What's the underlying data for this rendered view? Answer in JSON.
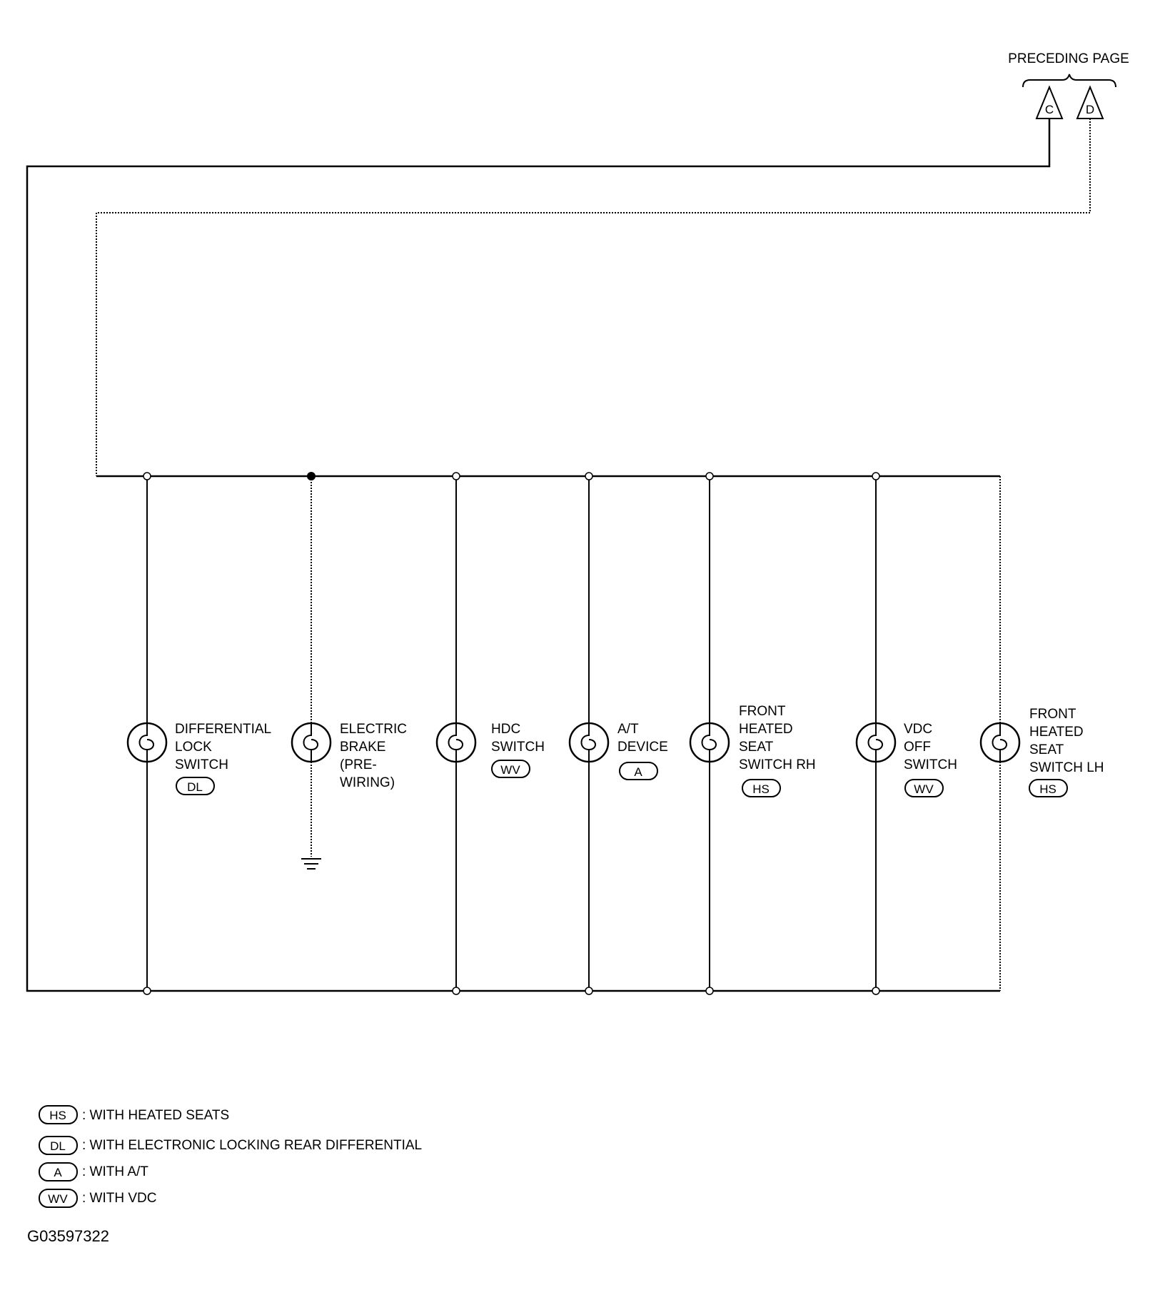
{
  "header": {
    "preceding_page": "PRECEDING PAGE",
    "connectors": [
      "C",
      "D"
    ]
  },
  "components": [
    {
      "lines": [
        "DIFFERENTIAL",
        "LOCK",
        "SWITCH"
      ],
      "tag": "DL"
    },
    {
      "lines": [
        "ELECTRIC",
        "BRAKE",
        "(PRE-",
        "WIRING)"
      ],
      "tag": ""
    },
    {
      "lines": [
        "HDC",
        "SWITCH"
      ],
      "tag": "WV"
    },
    {
      "lines": [
        "A/T",
        "DEVICE"
      ],
      "tag": "A"
    },
    {
      "lines": [
        "FRONT",
        "HEATED",
        "SEAT",
        "SWITCH RH"
      ],
      "tag": "HS"
    },
    {
      "lines": [
        "VDC",
        "OFF",
        "SWITCH"
      ],
      "tag": "WV"
    },
    {
      "lines": [
        "FRONT",
        "HEATED",
        "SEAT",
        "SWITCH LH"
      ],
      "tag": "HS"
    }
  ],
  "legend": [
    {
      "tag": "HS",
      "text": ": WITH HEATED SEATS"
    },
    {
      "tag": "DL",
      "text": ": WITH ELECTRONIC LOCKING REAR DIFFERENTIAL"
    },
    {
      "tag": "A",
      "text": ": WITH A/T"
    },
    {
      "tag": "WV",
      "text": ": WITH VDC"
    }
  ],
  "figure_code": "G03597322"
}
